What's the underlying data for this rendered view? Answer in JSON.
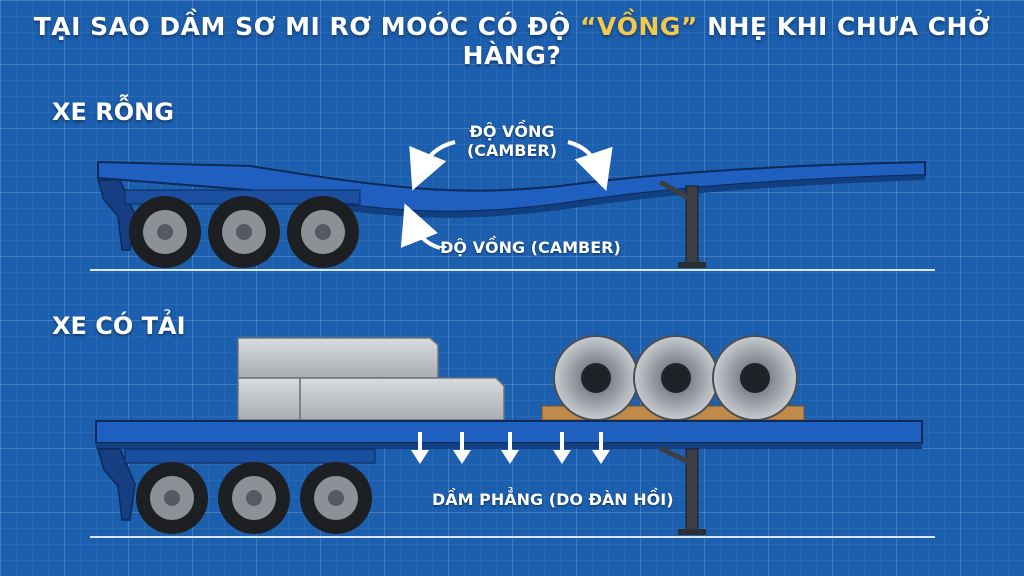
{
  "title": {
    "before": "TẠI SAO DẦM SƠ MI RƠ MOÓC CÓ ĐỘ ",
    "highlight": "“VỒNG”",
    "after": " NHẸ KHI CHƯA CHỞ HÀNG?"
  },
  "sections": {
    "empty": {
      "label": "XE RỖNG"
    },
    "loaded": {
      "label": "XE CÓ TẢI"
    }
  },
  "annotations": {
    "camber_top_line1": "ĐỘ VỒNG",
    "camber_top_line2": "(CAMBER)",
    "camber_bottom": "ĐỘ VỒNG (CAMBER)",
    "flat_beam": "DẦM PHẲNG (DO ĐÀN HỒI)"
  },
  "colors": {
    "background": "#1c5fae",
    "trailer_body": "#1f5fbf",
    "title_highlight": "#f2c94c"
  }
}
